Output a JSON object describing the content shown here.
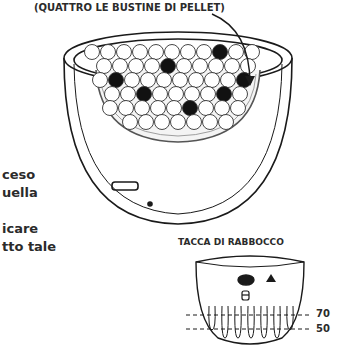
{
  "diagram": {
    "labels": [
      "(QUATTRO LE BUSTINE DI PELLET)",
      "ceso",
      "uella",
      "icare",
      "tto tale",
      "TACCA DI RABBOCCO",
      "70",
      "50"
    ]
  }
}
